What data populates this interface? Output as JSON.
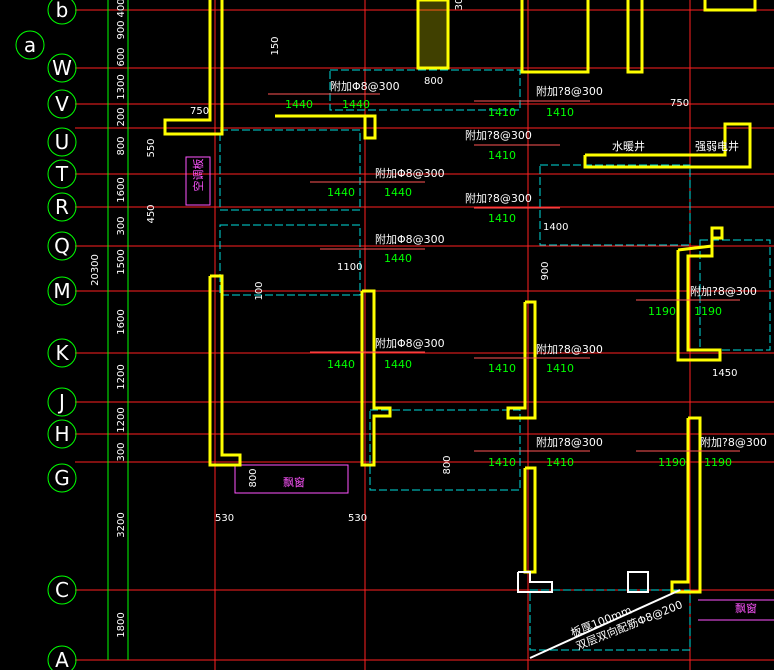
{
  "colors": {
    "background": "#000000",
    "axis_line": "#ff2020",
    "bubble": "#00ff00",
    "wall": "#ffff00",
    "dim_line": "#00ff00",
    "dim_text": "#ffffff",
    "rebar_line": "#ff5555",
    "cyan_line": "#00dddd",
    "magenta": "#ff55ff"
  },
  "axes": {
    "rows": [
      "b",
      "a",
      "W",
      "V",
      "U",
      "T",
      "R",
      "Q",
      "M",
      "K",
      "J",
      "H",
      "G",
      "C",
      "A"
    ]
  },
  "left_dims": {
    "segments": [
      "400",
      "900",
      "600",
      "1300",
      "200",
      "800",
      "1600",
      "300",
      "1500",
      "1600",
      "1200",
      "1200",
      "300",
      "3200",
      "1800"
    ],
    "total": "20300"
  },
  "rebar_notes": {
    "note_a": "附加Φ8@300",
    "note_b": "附加?8@300"
  },
  "green_dims": {
    "d1440": "1440",
    "d1410": "1410",
    "d1190": "1190",
    "d1400": "1400",
    "d1450": "1450",
    "d1100": "1100"
  },
  "white_dims": {
    "d750": "750",
    "d800": "800",
    "d550": "550",
    "d450": "450",
    "d150": "150",
    "d100": "100",
    "d900": "900",
    "d530": "530",
    "d30": "30"
  },
  "tags": {
    "water_shaft": "水暖井",
    "elec_shaft": "强弱电井",
    "ac_panel": "空调板",
    "bay_window": "飘窗"
  },
  "slab_note": {
    "line1": "板厚100mm",
    "line2": "双层双向配筋Φ8@200"
  }
}
